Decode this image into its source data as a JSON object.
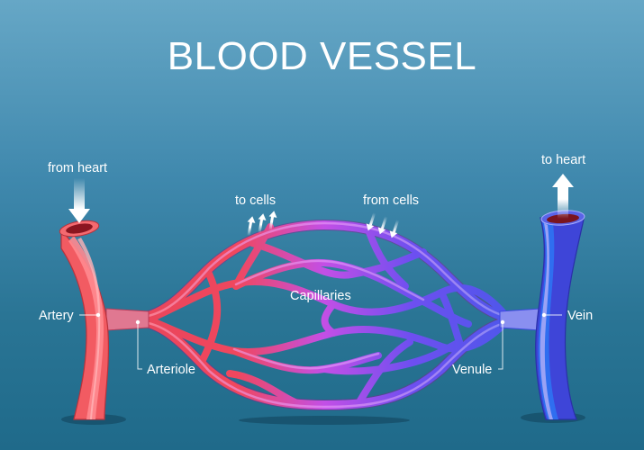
{
  "title": "BLOOD VESSEL",
  "labels": {
    "from_heart": "from heart",
    "to_heart": "to heart",
    "to_cells": "to cells",
    "from_cells": "from cells",
    "capillaries": "Capillaries",
    "artery": "Artery",
    "arteriole": "Arteriole",
    "venule": "Venule",
    "vein": "Vein"
  },
  "icons": {
    "down_arrow": "arrow-down",
    "up_arrow": "arrow-up",
    "small_up_arrows": "arrow-up x3",
    "small_down_arrows": "arrow-down x3"
  },
  "colors": {
    "background_top": "#66a7c6",
    "background_bottom": "#1f6a8a",
    "artery": "#f0595f",
    "capillary_mid": "#b44ee6",
    "vein": "#3c48de",
    "text": "#ffffff"
  }
}
